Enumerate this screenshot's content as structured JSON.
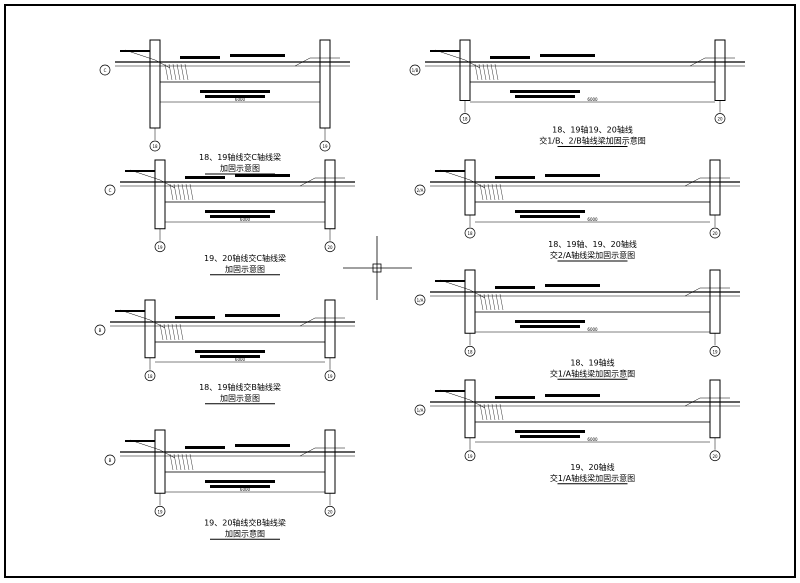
{
  "sheet": {
    "drawings": [
      {
        "id": "d1",
        "caption1": "18、19轴线交C轴线梁",
        "caption2": "加固示意图",
        "axis_left": "18",
        "axis_right": "19",
        "axis_row": "C",
        "dim": "6000"
      },
      {
        "id": "d2",
        "caption1": "19、20轴线交C轴线梁",
        "caption2": "加固示意图",
        "axis_left": "19",
        "axis_right": "20",
        "axis_row": "C",
        "dim": "6000"
      },
      {
        "id": "d3",
        "caption1": "18、19轴线交B轴线梁",
        "caption2": "加固示意图",
        "axis_left": "18",
        "axis_right": "19",
        "axis_row": "B",
        "dim": "6000"
      },
      {
        "id": "d4",
        "caption1": "19、20轴线交B轴线梁",
        "caption2": "加固示意图",
        "axis_left": "19",
        "axis_right": "20",
        "axis_row": "B",
        "dim": "6000"
      },
      {
        "id": "d5",
        "caption1": "18、19轴19、20轴线",
        "caption2": "交1/B、2/B轴线梁加固示意图",
        "axis_left": "18",
        "axis_right": "20",
        "axis_row": "1/B",
        "dim": "6000"
      },
      {
        "id": "d6",
        "caption1": "18、19轴、19、20轴线",
        "caption2": "交2/A轴线梁加固示意图",
        "axis_left": "18",
        "axis_right": "20",
        "axis_row": "2/A",
        "dim": "6000"
      },
      {
        "id": "d7",
        "caption1": "18、19轴线",
        "caption2": "交1/A轴线梁加固示意图",
        "axis_left": "18",
        "axis_right": "19",
        "axis_row": "1/A",
        "dim": "6000"
      },
      {
        "id": "d8",
        "caption1": "19、20轴线",
        "caption2": "交1/A轴线梁加固示意图",
        "axis_left": "19",
        "axis_right": "20",
        "axis_row": "1/A",
        "dim": "6000"
      }
    ]
  }
}
